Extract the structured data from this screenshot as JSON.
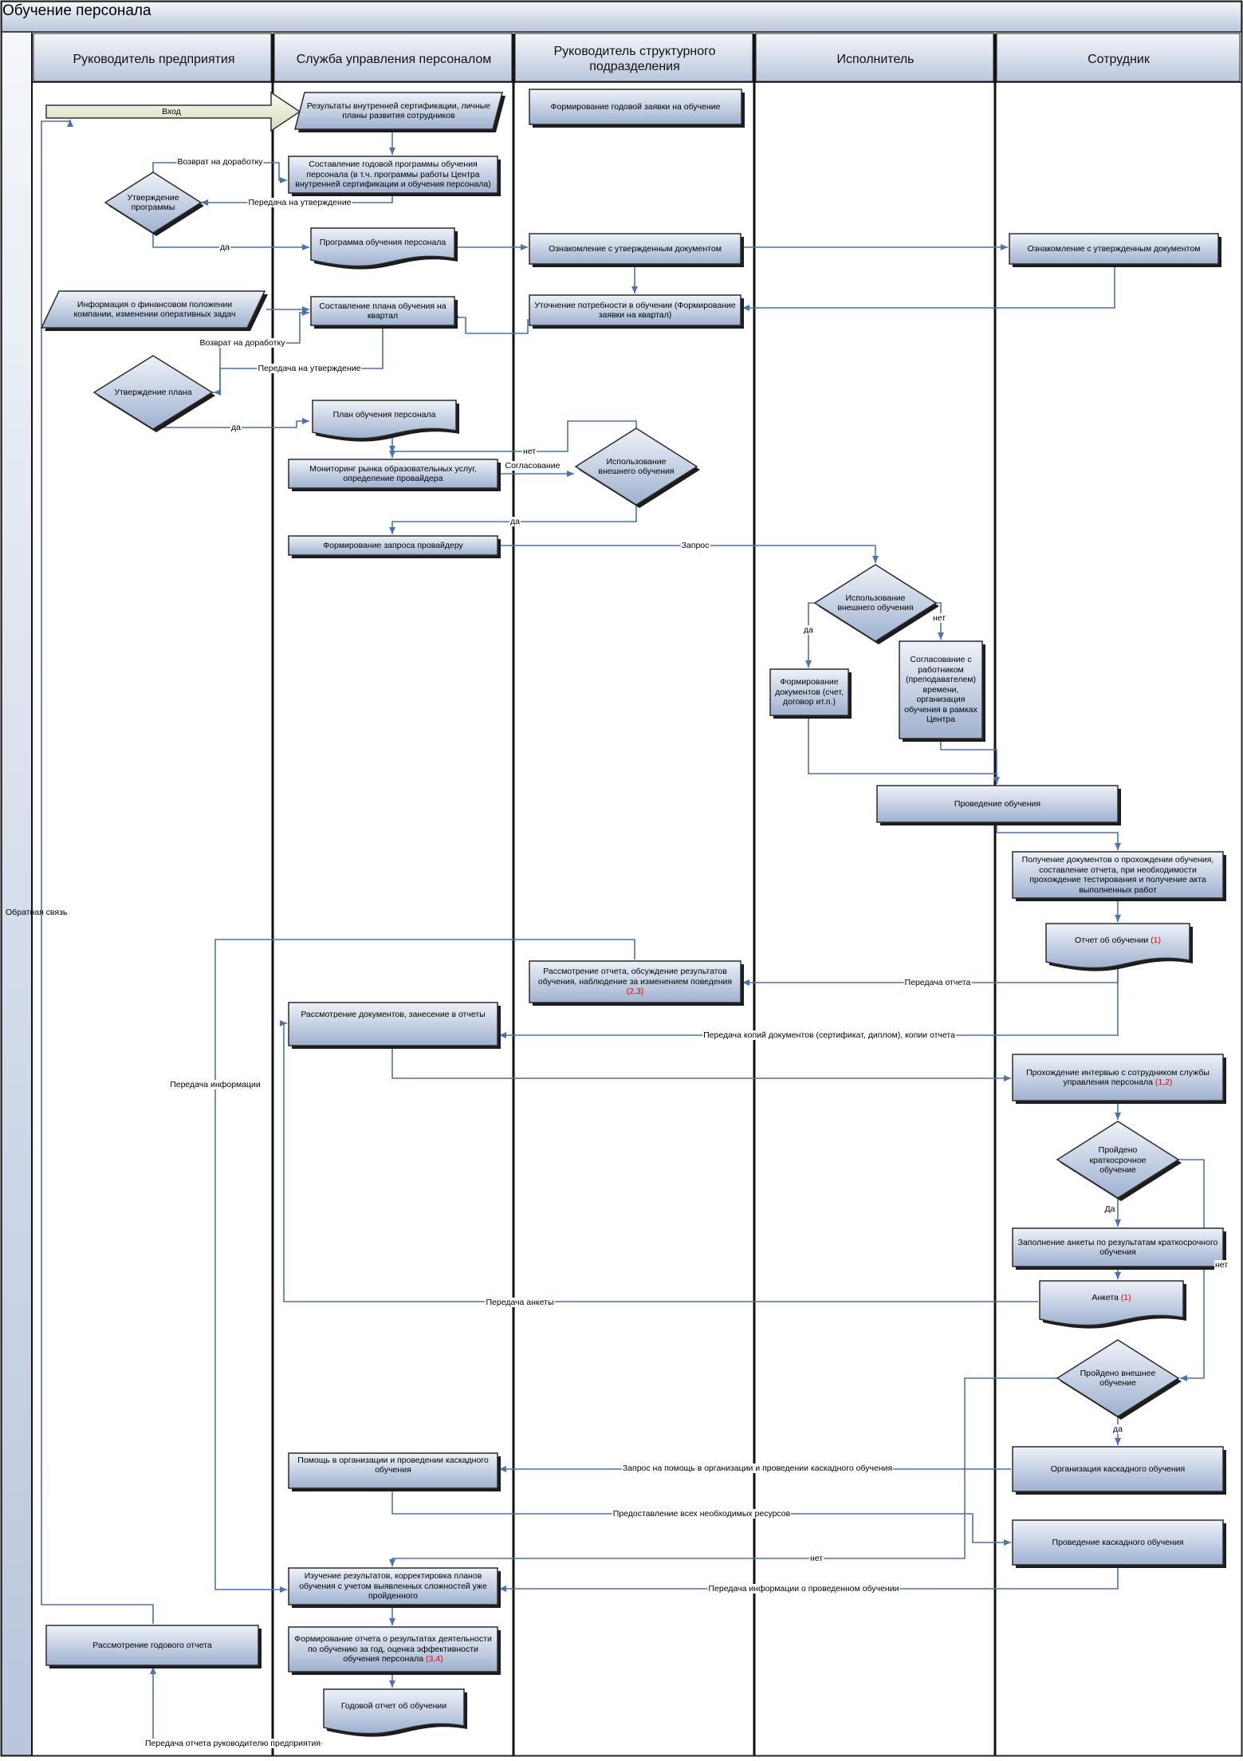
{
  "title": "Обучение персонала",
  "side_label": "Обратная связь",
  "lanes": [
    "Руководитель предприятия",
    "Служба управления персоналом",
    "Руководитель структурного подразделения",
    "Исполнитель",
    "Сотрудник"
  ],
  "nodes": {
    "vhod": "Вход",
    "results_cert": "Результаты внутренней сертификации, личные планы развития сотрудников",
    "form_year_request": "Формирование годовой заявки на обучение",
    "compose_year_program": "Составление годовой программы обучения персонала (в т.ч. программы работы Центра внутренней сертификации и обучения персонала)",
    "approve_program": "Утверждение программы",
    "program_doc": "Программа обучения персонала",
    "acquaint_head": "Ознакомление с утвержденным документом",
    "acquaint_employee": "Ознакомление с утвержденным документом",
    "fin_info": "Информация о финансовом положении компании, изменении оперативных задач",
    "compose_quarter_plan": "Составление плана обучения на квартал",
    "clarify_needs": "Уточнение потребности в обучении (Формирование заявки на квартал)",
    "approve_plan": "Утверждение плана",
    "plan_doc": "План обучения персонала",
    "monitoring": "Мониторинг рынка образовательных услуг, определение провайдера",
    "use_external_1": "Использование внешнего обучения",
    "form_provider_request": "Формирование запроса провайдеру",
    "use_external_2": "Использование внешнего обучения",
    "form_documents": "Формирование документов (счет, договор ит.п.)",
    "agree_employee": "Согласование с работником (преподавателем) времени, организация обучения в рамках Центра",
    "conduct_training": "Проведение обучения",
    "receive_docs": "Получение документов о прохождении обучения, составление отчета, при необходимости прохождение тестирования и получение акта выполненных работ",
    "report_doc": "Отчет об обучении",
    "report_doc_ref": "(1)",
    "review_report": "Рассмотрение отчета, обсуждение результатов обучения, наблюдение за изменением поведения",
    "review_report_ref": "(2,3)",
    "review_docs": "Рассмотрение документов, занесение в отчеты",
    "interview": "Прохождение интервью с сотрудником службы управления персонала",
    "interview_ref": "(1,2)",
    "short_passed": "Пройдено краткосрочное обучение",
    "fill_form": "Заполнение анкеты по результатам краткосрочного обучения",
    "form_doc": "Анкета",
    "form_doc_ref": "(1)",
    "external_passed": "Пройдено внешнее обучение",
    "help_cascade": "Помощь в организации и проведении каскадного обучения",
    "organize_cascade": "Организация каскадного обучения",
    "conduct_cascade": "Проведение каскадного обучения",
    "study_results": "Изучение результатов, корректировка планов обучения с учетом выявленных сложностей уже пройденного",
    "review_year_report": "Рассмотрение годового отчета",
    "form_year_report": "Формирование отчета о результатах деятельности по обучению за год, оценка эффективности обучения персонала",
    "form_year_report_ref": "(3,4)",
    "year_report_doc": "Годовой отчет об обучении"
  },
  "edge_labels": {
    "return_rework_1": "Возврат на доработку",
    "send_approval_1": "Передача на утверждение",
    "yes_1": "да",
    "return_rework_2": "Возврат на доработку",
    "send_approval_2": "Передача на утверждение",
    "yes_2": "да",
    "no_1": "нет",
    "agreement": "Согласование",
    "yes_3": "да",
    "request": "Запрос",
    "yes_4": "да",
    "no_2": "нет",
    "send_report": "Передача отчета",
    "send_copies": "Передача копий документов (сертификат, диплом), копии отчета",
    "send_info": "Передача информации",
    "yes_5": "Да",
    "no_3": "нет",
    "send_form": "Передача анкеты",
    "yes_6": "да",
    "cascade_request": "Запрос на помощь в организации и проведении каскадного обучения",
    "provide_resources": "Предоставление всех необходимых ресурсов",
    "no_4": "нет",
    "send_cascade_info": "Передача информации о проведенном обучении",
    "send_to_head": "Передача отчета руководителю предприятия"
  },
  "colors": {
    "box_light": "#dfe6f2",
    "box_dark": "#a9b8d3",
    "box_border": "#2b2b2b",
    "arrow": "#4a72b5",
    "entry_fill": "#f2f5e4",
    "entry_dark": "#d7dcb8"
  }
}
